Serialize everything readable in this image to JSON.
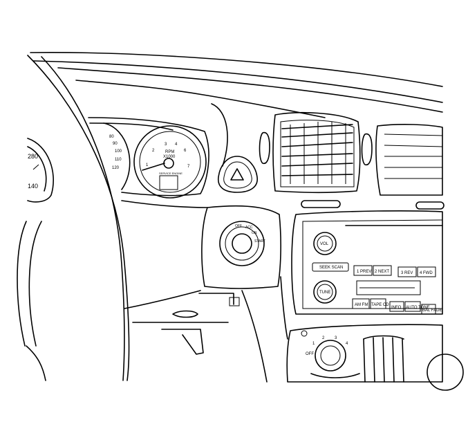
{
  "left_gauge": {
    "labels": [
      "280",
      "140"
    ]
  },
  "speedometer": {
    "labels": [
      "80",
      "90",
      "100",
      "110",
      "120"
    ]
  },
  "tachometer": {
    "labels": [
      "1",
      "2",
      "3",
      "4",
      "6",
      "7"
    ],
    "center_text": [
      "RPM",
      "X1000"
    ],
    "small_text": "SERVICE ENGINE"
  },
  "ignition": {
    "positions": [
      "OFF",
      "ACC",
      "ON",
      "START"
    ]
  },
  "radio": {
    "buttons": [
      "VOL",
      "TUNE",
      "SEEK SCAN",
      "1 PREV",
      "2 NEXT",
      "3 REV",
      "4 FWD",
      "AM FM",
      "TAPE CD",
      "INFO",
      "AUTO TONE",
      "BAL FADE"
    ]
  },
  "climate": {
    "labels": [
      "OFF",
      "1",
      "2",
      "3",
      "4"
    ]
  }
}
